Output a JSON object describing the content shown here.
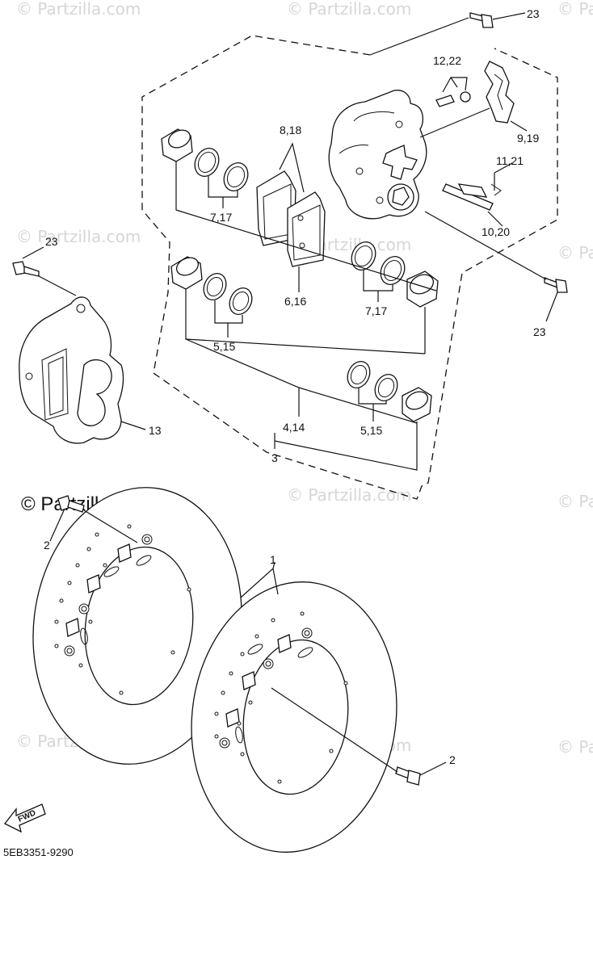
{
  "watermark": {
    "site": "© Partzilla.com"
  },
  "diagram_code": "5EB3351-9290",
  "fwd_label": "FWD",
  "parts": {
    "p1": "1",
    "p2a": "2",
    "p2b": "2",
    "p3": "3",
    "p4_14": "4,14",
    "p5_15a": "5,15",
    "p5_15b": "5,15",
    "p6_16": "6,16",
    "p7_17a": "7,17",
    "p7_17b": "7,17",
    "p8_18": "8,18",
    "p9_19": "9,19",
    "p10_20": "10,20",
    "p11_21": "11,21",
    "p12_22": "12,22",
    "p13": "13",
    "p23a": "23",
    "p23b": "23",
    "p23c": "23"
  }
}
